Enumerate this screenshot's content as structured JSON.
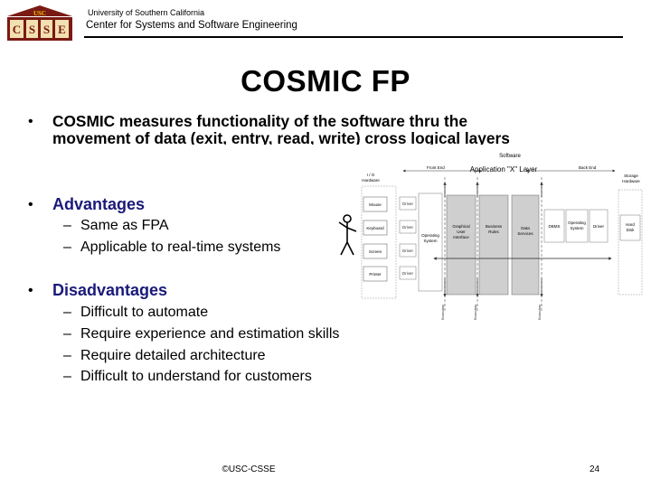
{
  "header": {
    "logo_top": "USC",
    "logo_letters": [
      "C",
      "S",
      "S",
      "E"
    ],
    "university": "University of Southern California",
    "center": "Center for Systems and Software Engineering"
  },
  "title": "COSMIC FP",
  "bullets": {
    "b1_line1": "COSMIC measures functionality of the software thru the",
    "b1_line2": "movement of data (exit, entry, read, write) cross logical layers",
    "advantages": "Advantages",
    "adv_items": [
      "Same as FPA",
      "Applicable to real-time systems"
    ],
    "disadvantages": "Disadvantages",
    "dis_items": [
      "Difficult to automate",
      "Require experience and estimation skills",
      "Require detailed architecture",
      "Difficult to understand for customers"
    ]
  },
  "diagram": {
    "software": "Software",
    "app_layer": "Application \"X\" Layer",
    "front_end": "Front End",
    "back_end": "Back End",
    "io_hw": [
      "I / O",
      "Hardware"
    ],
    "storage_hw": [
      "Storage",
      "Hardware"
    ],
    "devices": [
      "Mouse",
      "Keyboard",
      "Screen",
      "Printer"
    ],
    "driver": "Driver",
    "op_sys": [
      "Operating",
      "System"
    ],
    "gui": [
      "Graphical",
      "User",
      "Interface"
    ],
    "business": [
      "Business",
      "Rules"
    ],
    "data_services": [
      "Data",
      "Services"
    ],
    "dbms": "DBMS",
    "hard_disk": [
      "Hard",
      "Disk"
    ],
    "boundary": "Boundary"
  },
  "footer": {
    "copyright": "©USC-CSSE",
    "page": "24"
  }
}
